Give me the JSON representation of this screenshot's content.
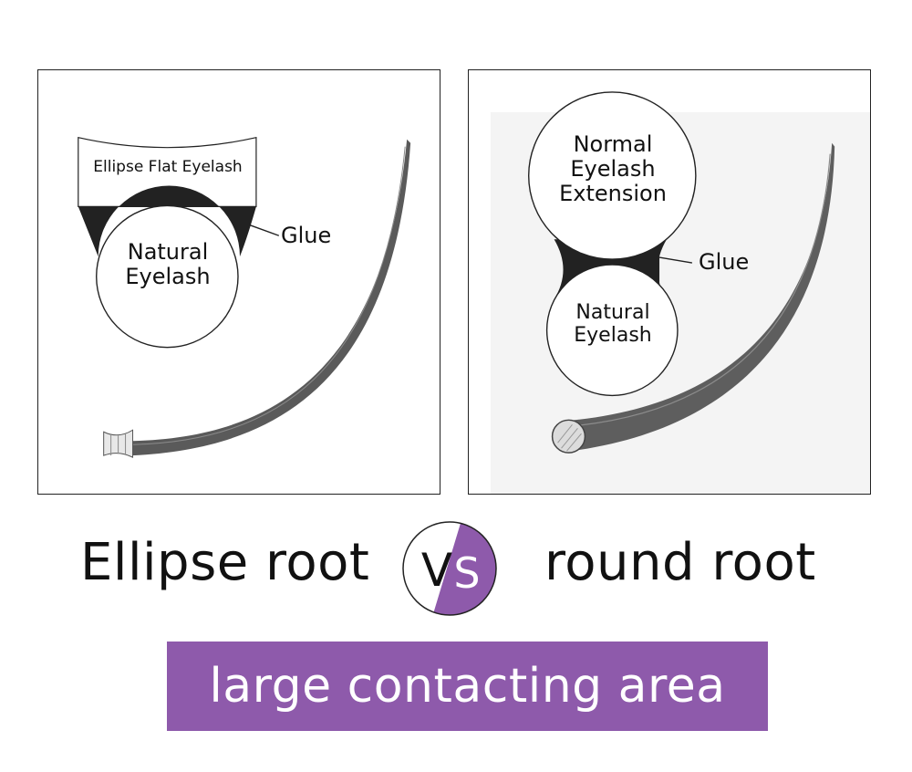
{
  "left_panel": {
    "flat_lash_label": "Ellipse Flat Eyelash",
    "natural_lash_label": "Natural\nEyelash",
    "glue_label": "Glue"
  },
  "right_panel": {
    "extension_label": "Normal\nEyelash\nExtension",
    "natural_lash_label": "Natural\nEyelash",
    "glue_label": "Glue"
  },
  "comparison": {
    "left_title": "Ellipse root",
    "vs_v": "V",
    "vs_s": "S",
    "right_title": "round root"
  },
  "banner": {
    "text": "large contacting area"
  },
  "colors": {
    "accent_purple": "#8e5aab",
    "glue_black": "#222222",
    "lash_gray": "#555555"
  }
}
